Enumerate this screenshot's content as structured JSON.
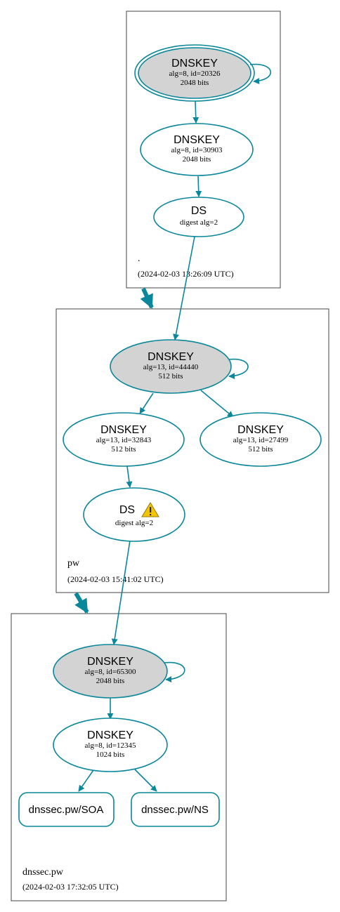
{
  "colors": {
    "edge": "#0a879a",
    "ksk_fill": "#d3d3d3",
    "zone_border": "#444444",
    "warning": "#f2c500"
  },
  "zones": {
    "root": {
      "name": ".",
      "timestamp": "(2024-02-03 13:26:09 UTC)"
    },
    "pw": {
      "name": "pw",
      "timestamp": "(2024-02-03 15:41:02 UTC)"
    },
    "dnssec": {
      "name": "dnssec.pw",
      "timestamp": "(2024-02-03 17:32:05 UTC)"
    }
  },
  "nodes": {
    "root_ksk": {
      "title": "DNSKEY",
      "line1": "alg=8, id=20326",
      "line2": "2048 bits"
    },
    "root_zsk": {
      "title": "DNSKEY",
      "line1": "alg=8, id=30903",
      "line2": "2048 bits"
    },
    "root_ds": {
      "title": "DS",
      "line1": "digest alg=2"
    },
    "pw_ksk": {
      "title": "DNSKEY",
      "line1": "alg=13, id=44440",
      "line2": "512 bits"
    },
    "pw_zsk1": {
      "title": "DNSKEY",
      "line1": "alg=13, id=32843",
      "line2": "512 bits"
    },
    "pw_zsk2": {
      "title": "DNSKEY",
      "line1": "alg=13, id=27499",
      "line2": "512 bits"
    },
    "pw_ds": {
      "title": "DS",
      "line1": "digest alg=2",
      "warning_icon": "warning-triangle-icon"
    },
    "dnssec_ksk": {
      "title": "DNSKEY",
      "line1": "alg=8, id=65300",
      "line2": "2048 bits"
    },
    "dnssec_zsk": {
      "title": "DNSKEY",
      "line1": "alg=8, id=12345",
      "line2": "1024 bits"
    },
    "soa": {
      "label": "dnssec.pw/SOA"
    },
    "ns": {
      "label": "dnssec.pw/NS"
    }
  }
}
